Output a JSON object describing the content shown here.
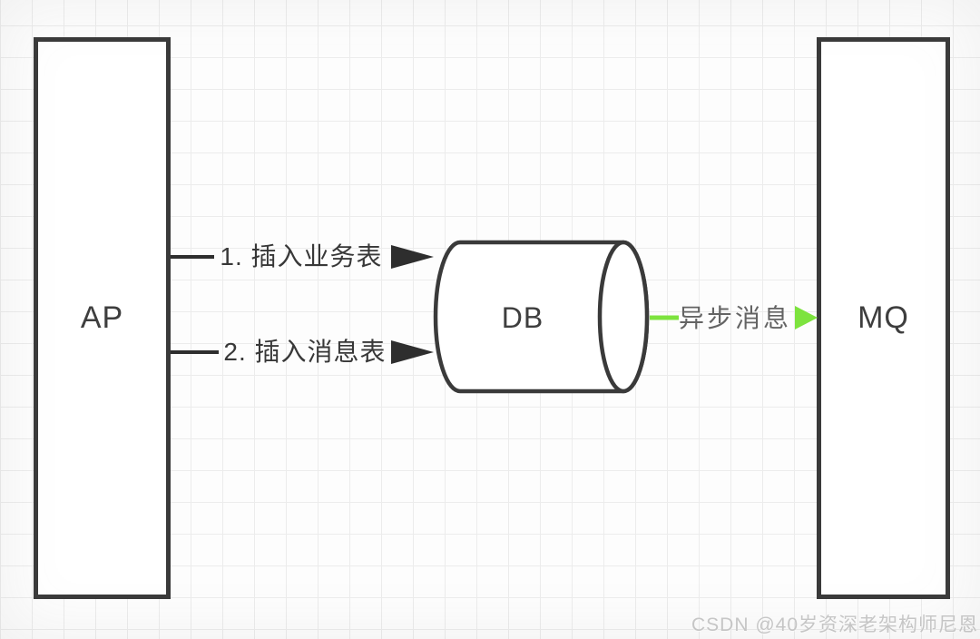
{
  "diagram": {
    "nodes": [
      {
        "id": "ap",
        "label": "AP",
        "shape": "rectangle"
      },
      {
        "id": "db",
        "label": "DB",
        "shape": "cylinder"
      },
      {
        "id": "mq",
        "label": "MQ",
        "shape": "rectangle"
      }
    ],
    "edges": [
      {
        "from": "AP",
        "to": "DB",
        "label": "1. 插入业务表",
        "color": "#2e2e2e"
      },
      {
        "from": "AP",
        "to": "DB",
        "label": "2. 插入消息表",
        "color": "#2e2e2e"
      },
      {
        "from": "DB",
        "to": "MQ",
        "label": "异步消息",
        "color": "#7de33e"
      }
    ],
    "colors": {
      "node_stroke": "#3a3a3a",
      "arrow_black": "#2e2e2e",
      "arrow_green": "#7de33e",
      "label_text": "#383838",
      "green_label_text": "#646464",
      "grid_line": "#ececec",
      "watermark_text": "#c9c9c9"
    }
  },
  "watermark": {
    "text": "CSDN @40岁资深老架构师尼恩"
  }
}
